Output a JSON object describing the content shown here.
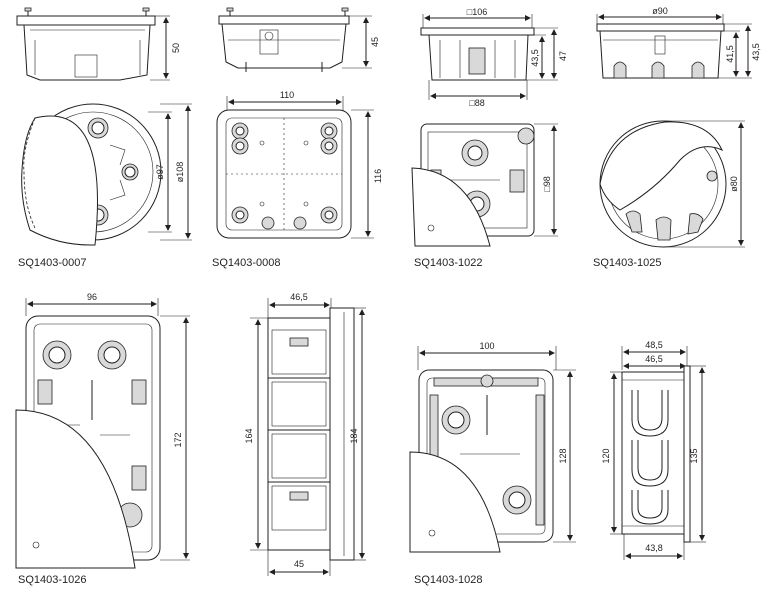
{
  "captions": {
    "p1": "SQ1403-0007",
    "p2": "SQ1403-0008",
    "p3": "SQ1403-1022",
    "p4": "SQ1403-1025",
    "p5": "SQ1403-1026",
    "p6": "SQ1403-1028"
  },
  "dims": {
    "p1_height": "50",
    "p1_diam_inner": "ø97",
    "p1_diam_outer": "ø108",
    "p2_height": "45",
    "p2_width": "110",
    "p2_depth": "116",
    "p3_width": "□106",
    "p3_height_a": "43,5",
    "p3_height_b": "47",
    "p3_base": "□88",
    "p3_side": "□98",
    "p4_diam": "ø90",
    "p4_height_a": "41,5",
    "p4_height_b": "43,5",
    "p4_diam_inner": "ø80",
    "p5_width": "96",
    "p5_height": "172",
    "p5b_width_top": "46,5",
    "p5b_height_inner": "164",
    "p5b_height_outer": "184",
    "p5b_width_bottom": "45",
    "p6_width": "100",
    "p6_height": "128",
    "p6b_width_top": "48,5",
    "p6b_width_mid": "46,5",
    "p6b_height_inner": "120",
    "p6b_height_outer": "135",
    "p6b_width_bottom": "43,8"
  }
}
